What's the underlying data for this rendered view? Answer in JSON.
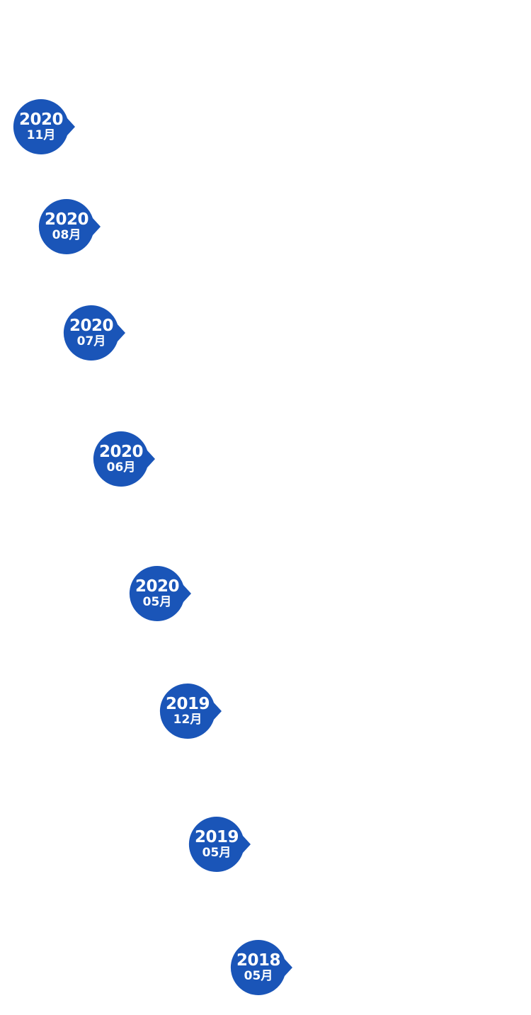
{
  "theme": {
    "bubble_color": "#1a55b8",
    "text_color": "#ffffff"
  },
  "timeline": {
    "items": [
      {
        "year": "2020",
        "month": "11月"
      },
      {
        "year": "2020",
        "month": "08月"
      },
      {
        "year": "2020",
        "month": "07月"
      },
      {
        "year": "2020",
        "month": "06月"
      },
      {
        "year": "2020",
        "month": "05月"
      },
      {
        "year": "2019",
        "month": "12月"
      },
      {
        "year": "2019",
        "month": "05月"
      },
      {
        "year": "2018",
        "month": "05月"
      }
    ]
  }
}
